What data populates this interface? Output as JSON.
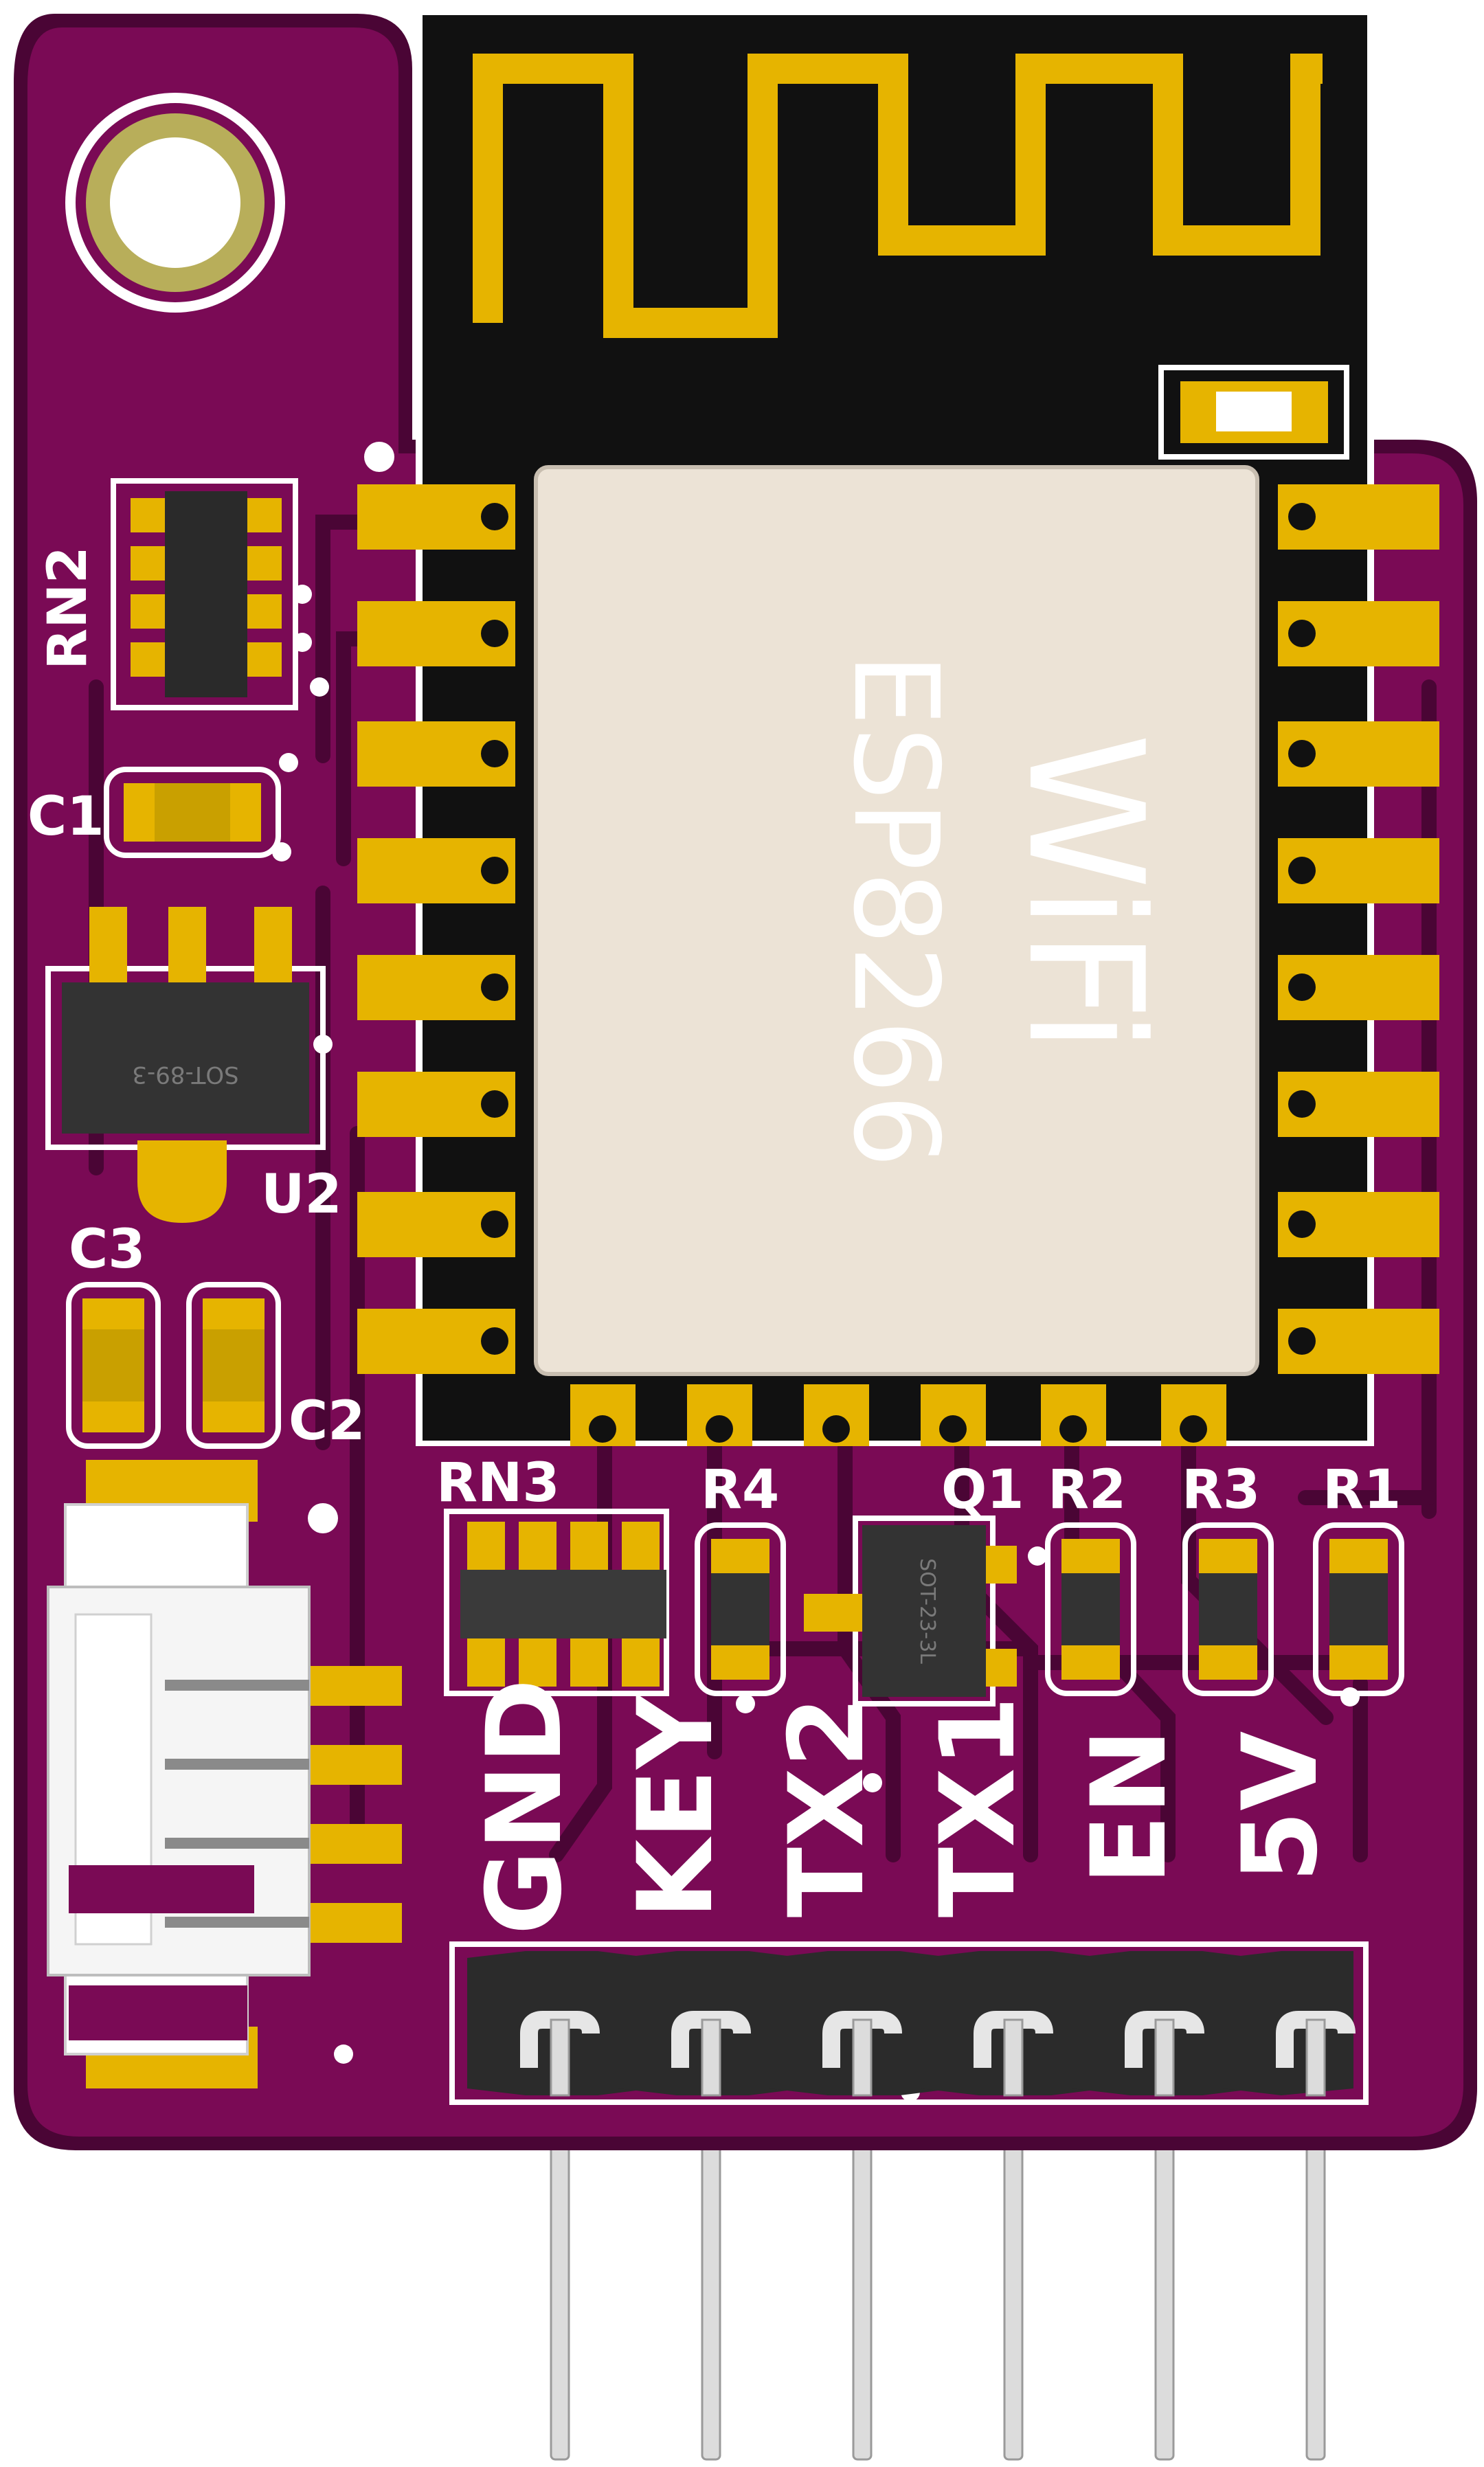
{
  "module": {
    "shield_line1": "WiFi",
    "shield_line2": "ESP8266"
  },
  "designators": {
    "rn2": "RN2",
    "c1": "C1",
    "c3": "C3",
    "c2": "C2",
    "u2": "U2",
    "rn3": "RN3",
    "r4": "R4",
    "q1": "Q1",
    "r2": "R2",
    "r3": "R3",
    "r1": "R1"
  },
  "packages": {
    "u2": "SOT-89-3",
    "q1": "SOT-23-3L"
  },
  "header_pins": [
    "GND",
    "KEY",
    "TX2",
    "TX1",
    "EN",
    "5V"
  ],
  "colors": {
    "pcb": "#7a0a55",
    "pcb_dark": "#4a0535",
    "gold": "#e6b400",
    "module_black": "#111111",
    "shield": "#ece3d6",
    "silkscreen": "#ffffff"
  }
}
